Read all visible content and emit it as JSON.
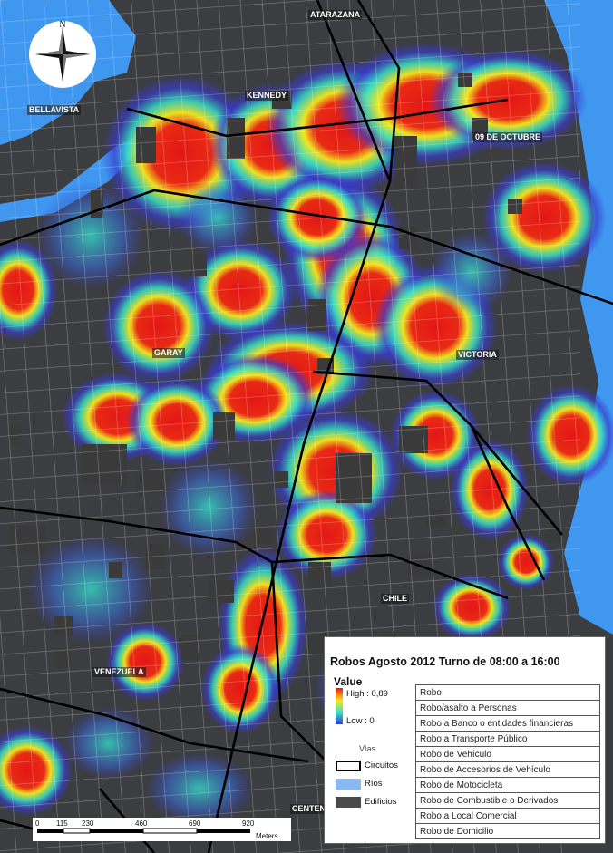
{
  "districts": {
    "atarazana": "ATARAZANA",
    "bellavista": "BELLAVISTA",
    "kennedy": "KENNEDY",
    "nueve_octubre": "09 DE OCTUBRE",
    "garay": "GARAY",
    "victoria": "VICTORIA",
    "chile": "CHILE",
    "venezuela": "VENEZUELA",
    "centenario": "CENTENA"
  },
  "compass_north": "N",
  "legend": {
    "title": "Robos Agosto 2012 Turno de 08:00 a 16:00",
    "value_heading": "Value",
    "high": "High : 0,89",
    "low": "Low : 0",
    "vias": "Vías",
    "circuitos": "Circuitos",
    "rios": "Ríos",
    "edificios": "Edificios",
    "categories": [
      "Robo",
      "Robo/asalto a Personas",
      "Robo a Banco o entidades financieras",
      "Robo a Transporte Público",
      "Robo  de Vehículo",
      "Robo de Accesorios de Vehículo",
      "Robo de Motocicleta",
      "Robo de Combustible o Derivados",
      "Robo a Local Comercial",
      "Robo de Domicilio"
    ]
  },
  "scale": {
    "ticks": [
      "0",
      "115",
      "230",
      "460",
      "690",
      "920"
    ],
    "unit": "Meters"
  },
  "colors": {
    "high": "#e81818",
    "mid": "#f7e81c",
    "low_mid": "#35e0c8",
    "low": "#3a3acd",
    "river": "#3f97f0",
    "building": "#3a3a3a",
    "circuit_line": "#000000"
  }
}
